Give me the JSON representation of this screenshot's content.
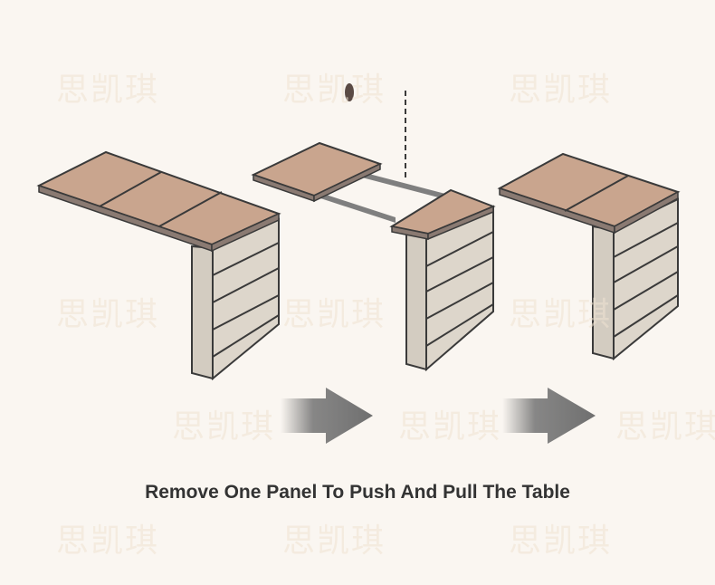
{
  "caption": "Remove One Panel To Push And Pull The Table",
  "watermark": "思凯琪",
  "label": "",
  "colors": {
    "background": "#faf6f1",
    "tabletop": "#c9a58e",
    "tabletop_edge": "#8a7a72",
    "cabinet": "#ddd6cb",
    "cabinet_side": "#cfc8bd",
    "outline": "#3a3a3a",
    "arrow": "#7a7a7a"
  },
  "steps": [
    {
      "name": "extended-table"
    },
    {
      "name": "panel-removed"
    },
    {
      "name": "pushed-table"
    }
  ]
}
